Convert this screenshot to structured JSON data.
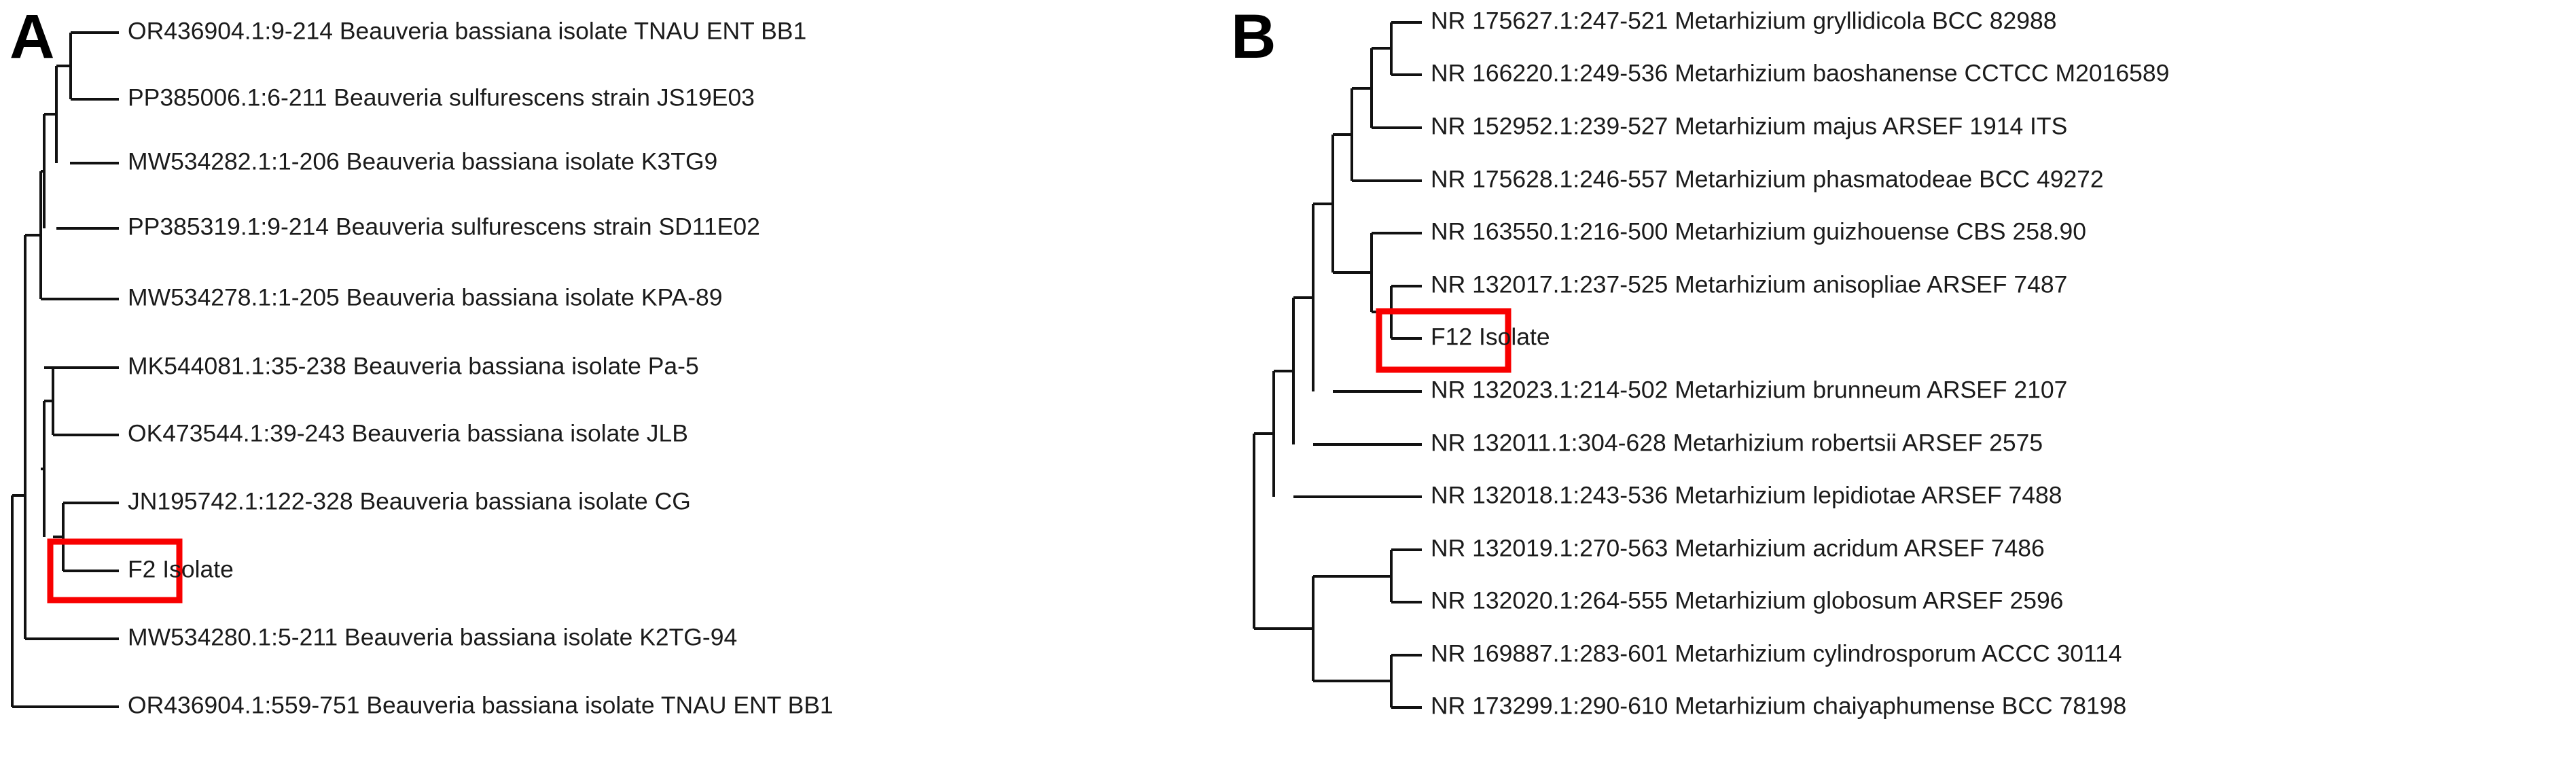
{
  "figure": {
    "background": "#ffffff",
    "line_color": "#111111",
    "highlight_color": "#f80000",
    "text_color": "#1b1b1b"
  },
  "panels": [
    {
      "id": "A",
      "letter": "A",
      "genus": "Beauveria",
      "leaves": [
        {
          "label": "OR436904.1:9-214 Beauveria bassiana isolate TNAU ENT BB1",
          "highlight": false
        },
        {
          "label": "PP385006.1:6-211 Beauveria sulfurescens strain JS19E03",
          "highlight": false
        },
        {
          "label": "MW534282.1:1-206 Beauveria bassiana isolate K3TG9",
          "highlight": false
        },
        {
          "label": "PP385319.1:9-214 Beauveria sulfurescens strain SD11E02",
          "highlight": false
        },
        {
          "label": "MW534278.1:1-205 Beauveria bassiana isolate KPA-89",
          "highlight": false
        },
        {
          "label": "MK544081.1:35-238 Beauveria bassiana isolate Pa-5",
          "highlight": false
        },
        {
          "label": "OK473544.1:39-243 Beauveria bassiana isolate JLB",
          "highlight": false
        },
        {
          "label": "JN195742.1:122-328 Beauveria bassiana isolate CG",
          "highlight": false
        },
        {
          "label": "F2 Isolate",
          "highlight": true
        },
        {
          "label": "MW534280.1:5-211 Beauveria bassiana isolate K2TG-94",
          "highlight": false
        },
        {
          "label": "OR436904.1:559-751 Beauveria bassiana isolate TNAU ENT BB1",
          "highlight": false
        }
      ]
    },
    {
      "id": "B",
      "letter": "B",
      "genus": "Metarhizium",
      "leaves": [
        {
          "label": "NR 175627.1:247-521 Metarhizium gryllidicola BCC 82988",
          "highlight": false
        },
        {
          "label": "NR 166220.1:249-536 Metarhizium baoshanense CCTCC M2016589",
          "highlight": false
        },
        {
          "label": "NR 152952.1:239-527 Metarhizium majus ARSEF 1914 ITS",
          "highlight": false
        },
        {
          "label": "NR 175628.1:246-557 Metarhizium phasmatodeae BCC 49272",
          "highlight": false
        },
        {
          "label": "NR 163550.1:216-500 Metarhizium guizhouense CBS 258.90",
          "highlight": false
        },
        {
          "label": "NR 132017.1:237-525 Metarhizium anisopliae ARSEF 7487",
          "highlight": false
        },
        {
          "label": "F12 Isolate",
          "highlight": true
        },
        {
          "label": "NR 132023.1:214-502 Metarhizium brunneum ARSEF 2107",
          "highlight": false
        },
        {
          "label": "NR 132011.1:304-628 Metarhizium robertsii ARSEF 2575",
          "highlight": false
        },
        {
          "label": "NR 132018.1:243-536 Metarhizium lepidiotae ARSEF 7488",
          "highlight": false
        },
        {
          "label": "NR 132019.1:270-563 Metarhizium acridum ARSEF 7486",
          "highlight": false
        },
        {
          "label": "NR 132020.1:264-555 Metarhizium globosum ARSEF 2596",
          "highlight": false
        },
        {
          "label": "NR 169887.1:283-601 Metarhizium cylindrosporum ACCC 30114",
          "highlight": false
        },
        {
          "label": "NR 173299.1:290-610 Metarhizium chaiyaphumense BCC 78198",
          "highlight": false
        }
      ]
    }
  ],
  "chart_data": {
    "type": "cladogram",
    "title": "",
    "panel_a": {
      "panel": "A",
      "n_taxa": 11,
      "tip_order": [
        "OR436904.1:9-214 Beauveria bassiana isolate TNAU ENT BB1",
        "PP385006.1:6-211 Beauveria sulfurescens strain JS19E03",
        "MW534282.1:1-206 Beauveria bassiana isolate K3TG9",
        "PP385319.1:9-214 Beauveria sulfurescens strain SD11E02",
        "MW534278.1:1-205 Beauveria bassiana isolate KPA-89",
        "MK544081.1:35-238 Beauveria bassiana isolate Pa-5",
        "OK473544.1:39-243 Beauveria bassiana isolate JLB",
        "JN195742.1:122-328 Beauveria bassiana isolate CG",
        "F2 Isolate",
        "MW534280.1:5-211 Beauveria bassiana isolate K2TG-94",
        "OR436904.1:559-751 Beauveria bassiana isolate TNAU ENT BB1"
      ],
      "highlighted_tips": [
        "F2 Isolate"
      ],
      "newick": "(((((((OR436904_9-214,PP385006),MW534282),PP385319),MW534278),((MK544081,OK473544),(JN195742,F2))),MW534280),OR436904_559-751);"
    },
    "panel_b": {
      "panel": "B",
      "n_taxa": 14,
      "tip_order": [
        "NR 175627.1:247-521 Metarhizium gryllidicola BCC 82988",
        "NR 166220.1:249-536 Metarhizium baoshanense CCTCC M2016589",
        "NR 152952.1:239-527 Metarhizium majus ARSEF 1914 ITS",
        "NR 175628.1:246-557 Metarhizium phasmatodeae BCC 49272",
        "NR 163550.1:216-500 Metarhizium guizhouense CBS 258.90",
        "NR 132017.1:237-525 Metarhizium anisopliae ARSEF 7487",
        "F12 Isolate",
        "NR 132023.1:214-502 Metarhizium brunneum ARSEF 2107",
        "NR 132011.1:304-628 Metarhizium robertsii ARSEF 2575",
        "NR 132018.1:243-536 Metarhizium lepidiotae ARSEF 7488",
        "NR 132019.1:270-563 Metarhizium acridum ARSEF 7486",
        "NR 132020.1:264-555 Metarhizium globosum ARSEF 2596",
        "NR 169887.1:283-601 Metarhizium cylindrosporum ACCC 30114",
        "NR 173299.1:290-610 Metarhizium chaiyaphumense BCC 78198"
      ],
      "highlighted_tips": [
        "F12 Isolate"
      ],
      "newick": "((((((((NR175627,NR166220),NR152952),NR175628),(NR163550,(NR132017,F12))),NR132023),NR132011),NR132018),((NR132019,NR132020),(NR169887,NR173299)));"
    }
  }
}
